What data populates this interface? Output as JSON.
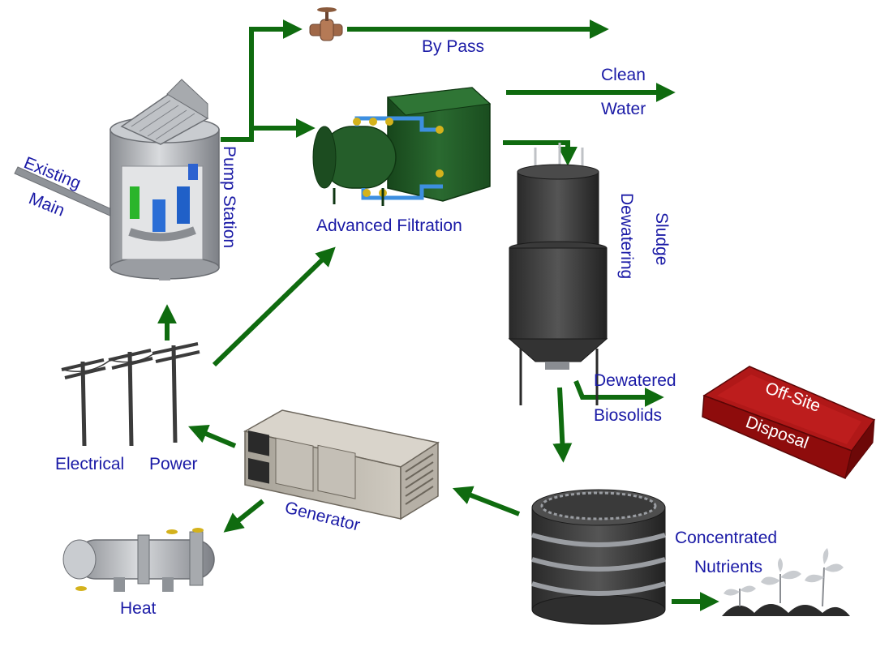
{
  "labels": {
    "existing_main_1": "Existing",
    "existing_main_2": "Main",
    "pump_station": "Pump Station",
    "by_pass": "By Pass",
    "clean": "Clean",
    "water": "Water",
    "advanced_filtration": "Advanced Filtration",
    "sludge": "Sludge",
    "dewatering": "Dewatering",
    "dewatered": "Dewatered",
    "biosolids": "Biosolids",
    "off_site": "Off-Site",
    "disposal": "Disposal",
    "electrical": "Electrical",
    "power": "Power",
    "generator": "Generator",
    "heat": "Heat",
    "concentrated": "Concentrated",
    "nutrients": "Nutrients"
  },
  "colors": {
    "arrow": "#0f6b0f",
    "label": "#1a1aa6",
    "filtration_box": "#1f5a24",
    "tank_dark": "#3c3c3c",
    "disposal_box": "#8e0c0c",
    "metal": "#b9bcc0"
  },
  "icons": {
    "pump_station": "pump-station-tank-icon",
    "valve": "bypass-valve-icon",
    "filtration": "advanced-filtration-unit-icon",
    "sludge_tank": "sludge-dewatering-tank-icon",
    "disposal_bin": "off-site-disposal-bin-icon",
    "power_lines": "power-line-poles-icon",
    "generator": "generator-unit-icon",
    "heat_exchanger": "heat-exchanger-icon",
    "nutrient_tank": "nutrient-storage-tank-icon",
    "seedlings": "plant-seedlings-icon"
  }
}
